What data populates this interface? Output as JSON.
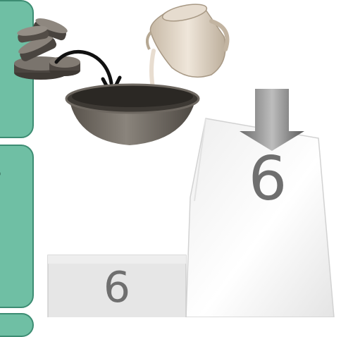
{
  "panels": [
    {
      "text": ""
    },
    {
      "text": "r"
    },
    {
      "text": ""
    }
  ],
  "labels": {
    "large_block": "6",
    "small_block": "6"
  },
  "colors": {
    "panel_fill": "#6fbfa4",
    "panel_border": "#3d8d73",
    "number": "#6f6f6f"
  },
  "icons": [
    "stacked-tablets-icon",
    "curved-arrow-icon",
    "bowl-icon",
    "pitcher-icon",
    "down-arrow-icon"
  ]
}
